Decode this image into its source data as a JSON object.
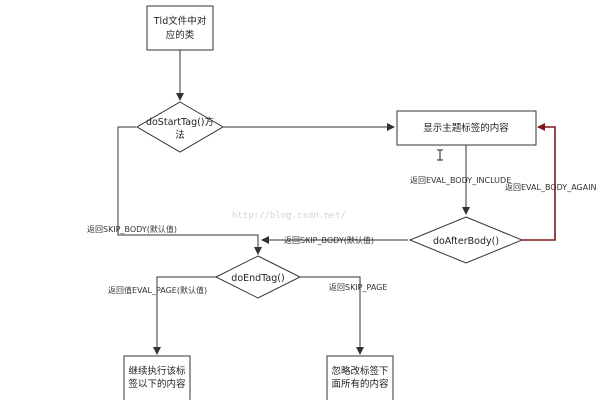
{
  "nodes": {
    "tld_class": {
      "text": [
        "Tld文件中对",
        "应的类"
      ]
    },
    "do_start_tag": {
      "text": [
        "doStartTag()方",
        "法"
      ]
    },
    "show_body": {
      "text": [
        "显示主题标签的内容"
      ]
    },
    "do_after_body": {
      "text": [
        "doAfterBody()"
      ]
    },
    "do_end_tag": {
      "text": [
        "doEndTag()"
      ]
    },
    "continue_page": {
      "text": [
        "继续执行该标",
        "签以下的内容"
      ]
    },
    "skip_page": {
      "text": [
        "忽略改标签下",
        "面所有的内容"
      ]
    }
  },
  "edges": {
    "eval_body_include": "返回EVAL_BODY_INCLUDE",
    "eval_body_again": "返回EVAL_BODY_AGAIN",
    "skip_body_left": "返回SKIP_BODY(默认值)",
    "skip_body_right": "返回SKIP_BODY(默认值)",
    "eval_page": "返回值EVAL_PAGE(默认值)",
    "skip_page": "返回SKIP_PAGE"
  },
  "watermark": "http://blog.csdn.net/",
  "colors": {
    "box_stroke": "#333333",
    "line_stroke": "#333333",
    "loop_stroke": "#7a1a1a",
    "background": "#ffffff"
  }
}
